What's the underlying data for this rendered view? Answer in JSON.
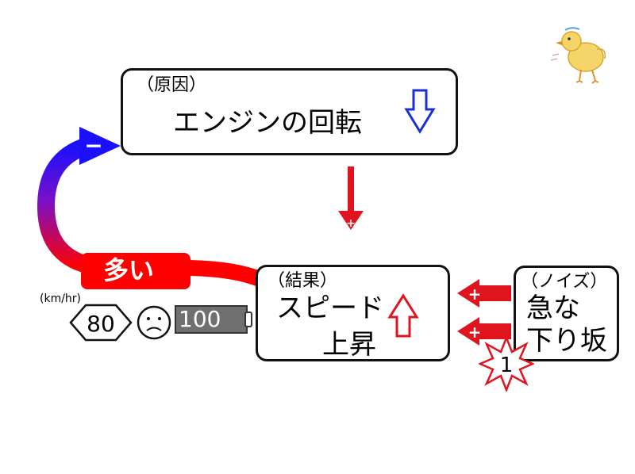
{
  "cause_box": {
    "tag": "（原因）",
    "label": "エンジンの回転"
  },
  "result_box": {
    "tag": "（結果）",
    "label_line1": "スピード",
    "label_line2": "上昇"
  },
  "noise_box": {
    "tag": "（ノイズ）",
    "label_line1": "急な",
    "label_line2": "下り坂"
  },
  "feedback": {
    "sign": "−",
    "label": "多い"
  },
  "link_signs": {
    "cause_to_result": "+",
    "noise_to_result_1": "+",
    "noise_to_result_2": "+"
  },
  "speed": {
    "unit": "(km/hr)",
    "limit": "80",
    "current": "100"
  },
  "burst_number": "1",
  "colors": {
    "decrease_arrow": "#1a2fd6",
    "increase_arrow": "#e0141e",
    "feedback_start": "#ff0000",
    "feedback_end": "#1a10ff"
  }
}
